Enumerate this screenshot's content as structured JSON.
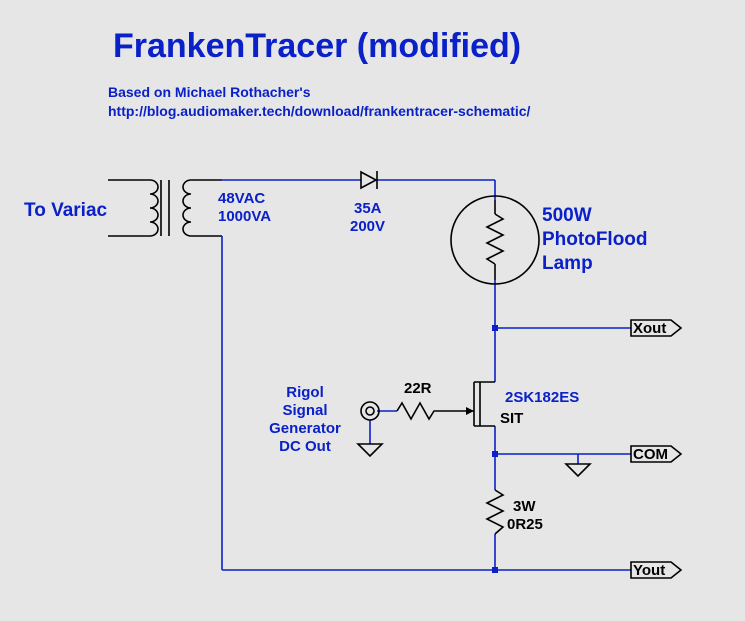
{
  "title": "FrankenTracer (modified)",
  "credit_line1": "Based on Michael Rothacher's",
  "credit_line2": "http://blog.audiomaker.tech/download/frankentracer-schematic/",
  "transformer": {
    "input_label": "To Variac",
    "voltage": "48VAC",
    "power": "1000VA"
  },
  "diode": {
    "current": "35A",
    "voltage": "200V"
  },
  "lamp": {
    "line1": "500W",
    "line2": "PhotoFlood",
    "line3": "Lamp"
  },
  "gate_resistor": {
    "value": "22R"
  },
  "signal_source": {
    "line1": "Rigol",
    "line2": "Signal",
    "line3": "Generator",
    "line4": "DC Out"
  },
  "transistor": {
    "part": "2SK182ES",
    "type": "SIT"
  },
  "sense_resistor": {
    "power": "3W",
    "value": "0R25"
  },
  "ports": {
    "xout": "Xout",
    "com": "COM",
    "yout": "Yout"
  },
  "colors": {
    "wire": "#0a20c8",
    "component": "#000000",
    "background": "#e6e6e6"
  }
}
